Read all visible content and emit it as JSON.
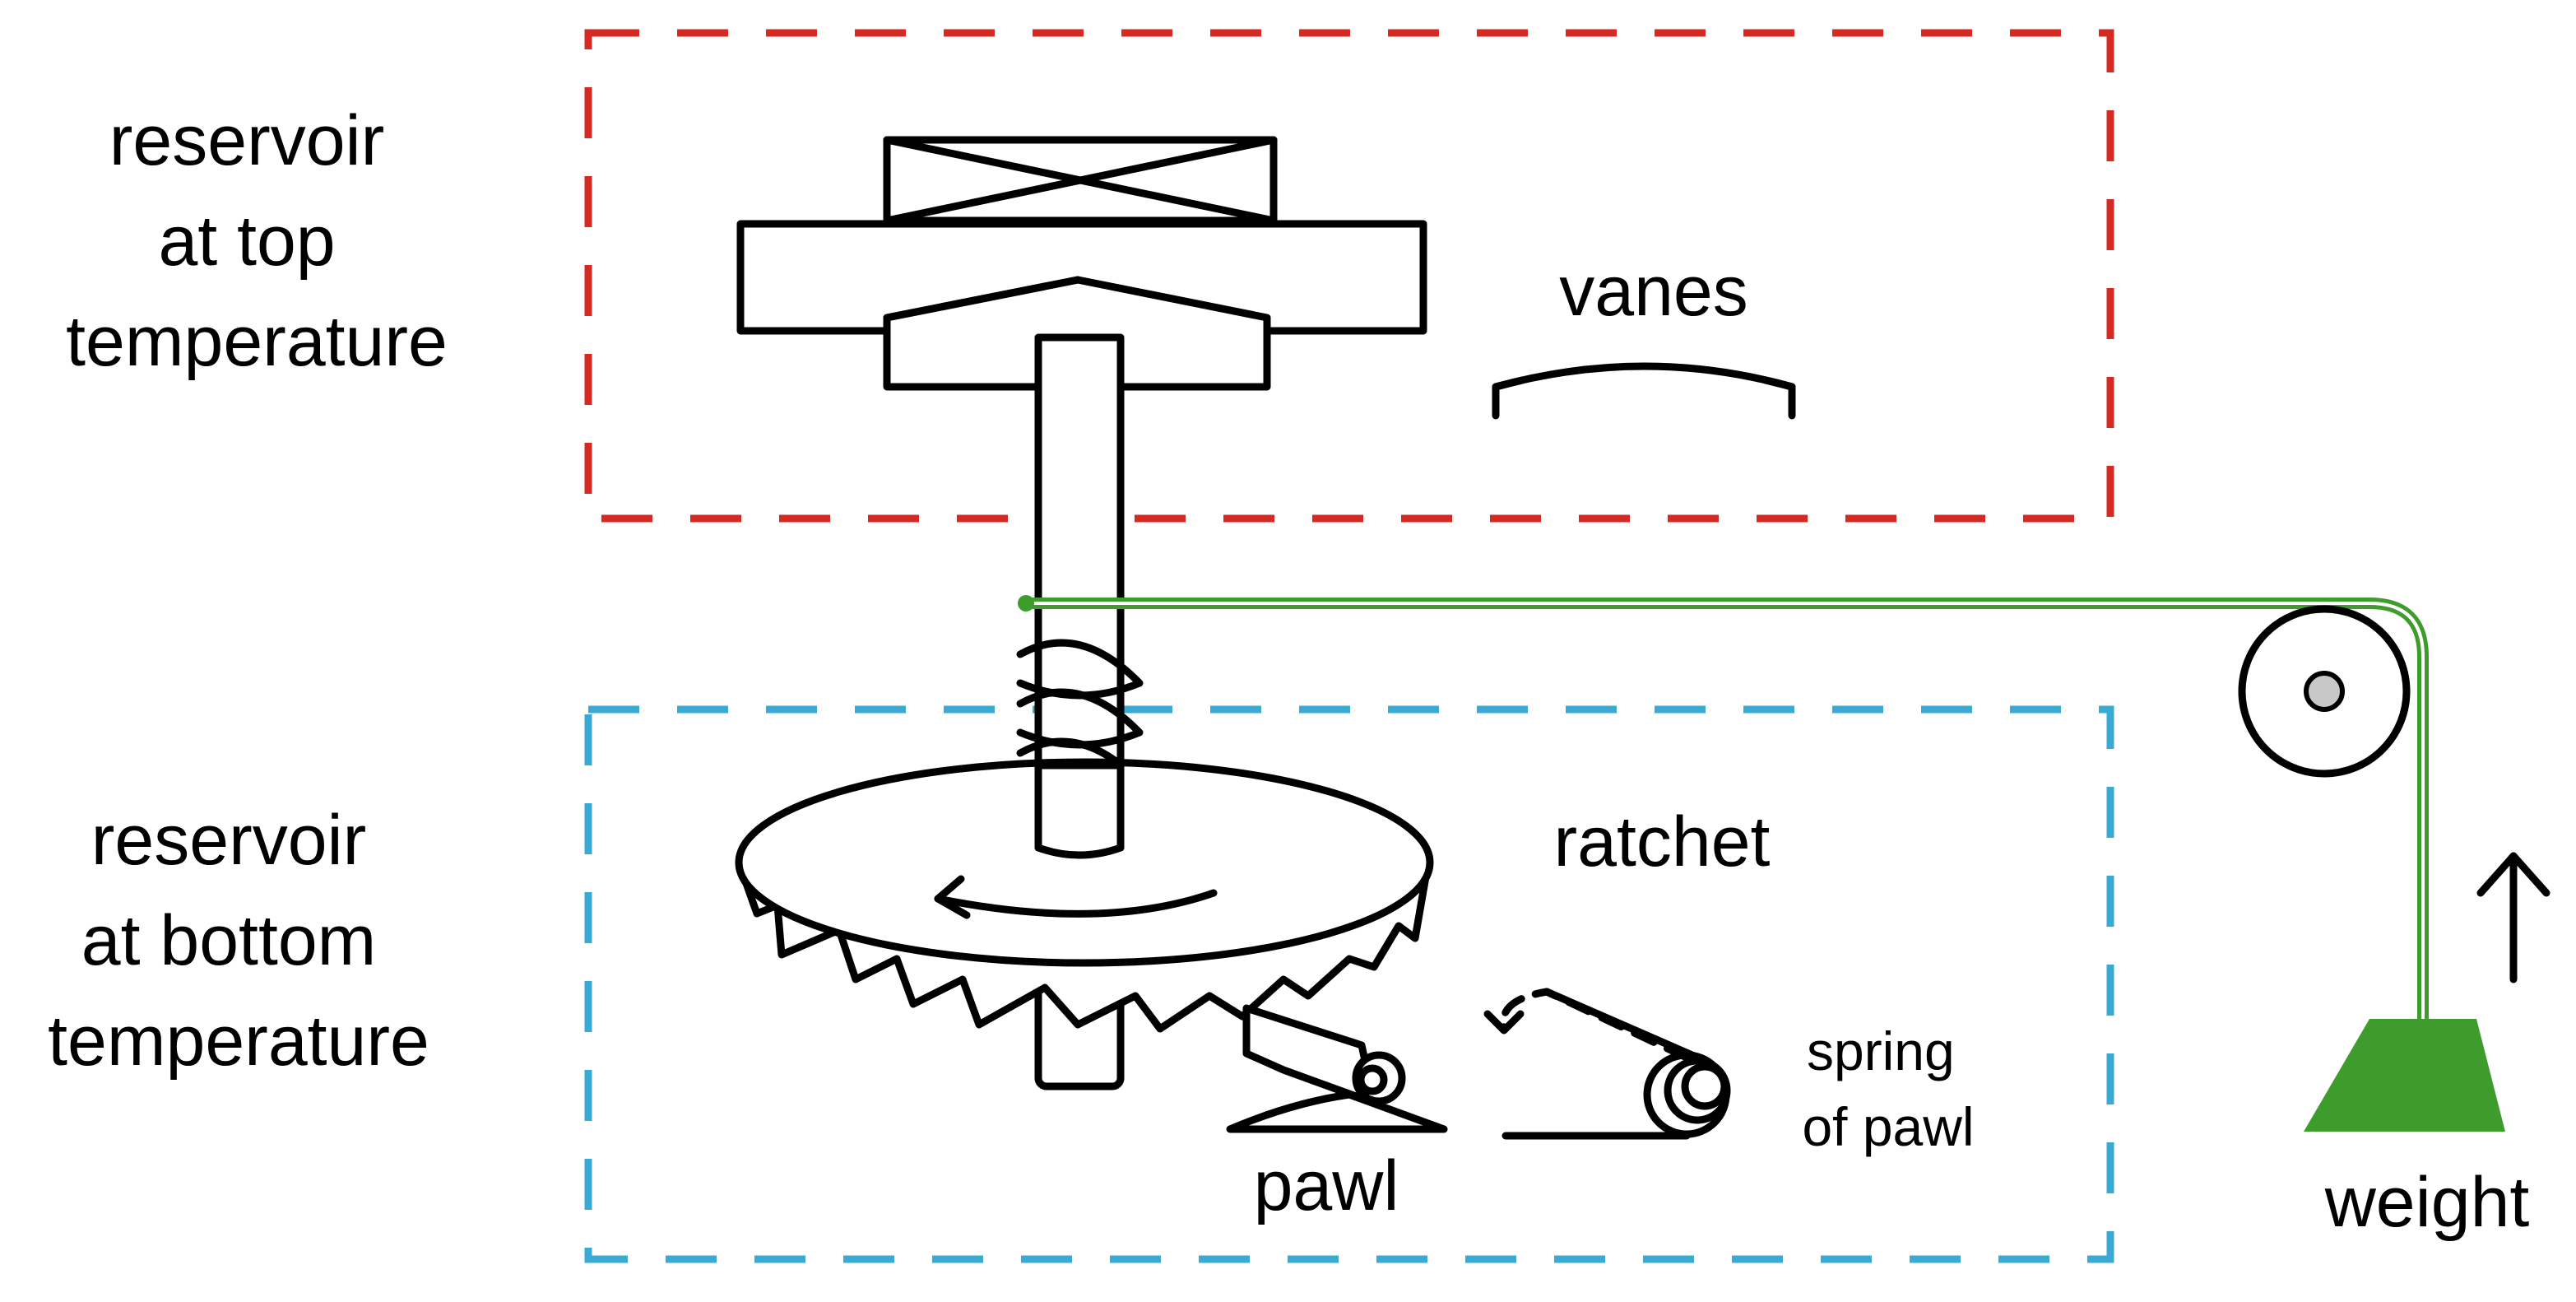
{
  "labels": {
    "top_reservoir": [
      "reservoir",
      "at top",
      "temperature"
    ],
    "bottom_reservoir": [
      "reservoir",
      "at bottom",
      "temperature"
    ],
    "vanes": "vanes",
    "ratchet": "ratchet",
    "pawl": "pawl",
    "spring": [
      "spring",
      "of pawl"
    ],
    "weight": "weight"
  },
  "colors": {
    "top_reservoir_border": "#d42a23",
    "bottom_reservoir_border": "#3aa9d4",
    "rope_and_weight": "#3d9c2b",
    "pulley_axle": "#c8c8c8",
    "ink": "#000000"
  },
  "icons": {
    "vanes_rotation": "double-headed-curved-arrow-icon",
    "ratchet_rotation": "curved-arrow-icon",
    "spring_motion": "dashed-curved-arrow-icon",
    "weight_motion": "up-arrow-icon"
  }
}
